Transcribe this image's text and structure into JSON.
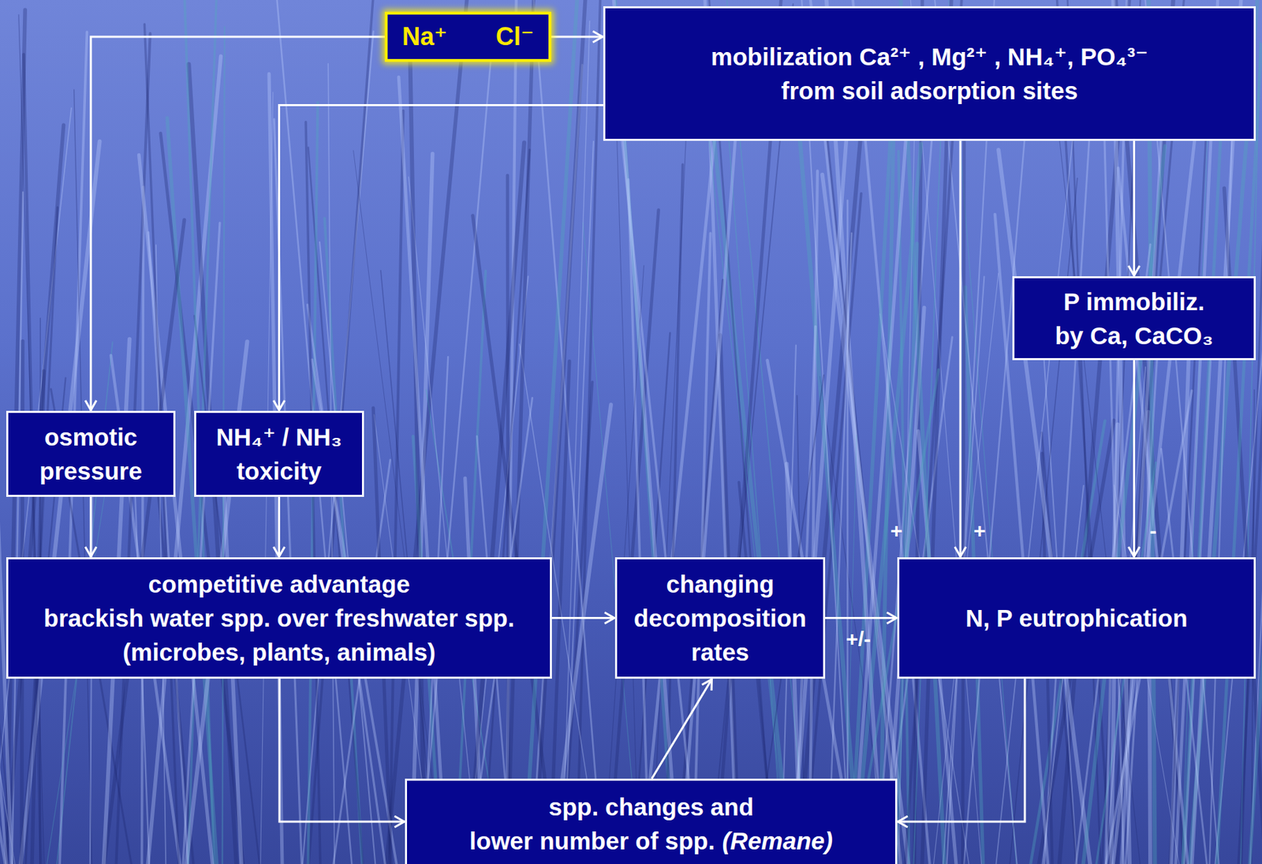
{
  "diagram": {
    "nodes": [
      {
        "text": [
          "Na⁺",
          "Cl⁻"
        ]
      },
      {
        "text": [
          "mobilization Ca²⁺ , Mg²⁺ , NH₄⁺, PO₄³⁻ from soil adsorption sites"
        ]
      },
      {
        "text": [
          "P immobiliz. by Ca, CaCO₃"
        ]
      },
      {
        "text": [
          "osmotic pressure"
        ]
      },
      {
        "text": [
          "NH₄⁺ / NH₃ toxicity"
        ]
      },
      {
        "text": [
          "competitive advantage brackish water spp. over freshwater spp. (microbes, plants, animals)"
        ]
      },
      {
        "text": [
          "changing decomposition rates"
        ]
      },
      {
        "text": [
          "N, P eutrophication"
        ]
      },
      {
        "text": [
          "spp. changes and lower number of spp.",
          "(Remane)"
        ]
      }
    ],
    "edges": [
      {
        "from": 0,
        "to": 1,
        "arrow": "to"
      },
      {
        "from": 0,
        "to": 3,
        "arrow": "to"
      },
      {
        "from": 1,
        "to": 4,
        "arrow": "to"
      },
      {
        "from": 1,
        "to": 7,
        "label": "+",
        "arrow": "to"
      },
      {
        "from": 1,
        "to": 2,
        "arrow": "to"
      },
      {
        "from": 2,
        "to": 7,
        "label": "-",
        "arrow": "to"
      },
      {
        "from": 3,
        "to": 5,
        "arrow": "to"
      },
      {
        "from": 4,
        "to": 5,
        "arrow": "to"
      },
      {
        "from": 5,
        "to": 6,
        "arrow": "to"
      },
      {
        "from": 6,
        "to": 7,
        "label": "+/-",
        "arrow": "to"
      },
      {
        "from": 5,
        "to": 8,
        "arrow": "to"
      },
      {
        "from": 7,
        "to": 8,
        "arrow": "to"
      },
      {
        "from": 8,
        "to": 6,
        "arrow": "to"
      }
    ],
    "labels": [
      "+"
    ]
  }
}
